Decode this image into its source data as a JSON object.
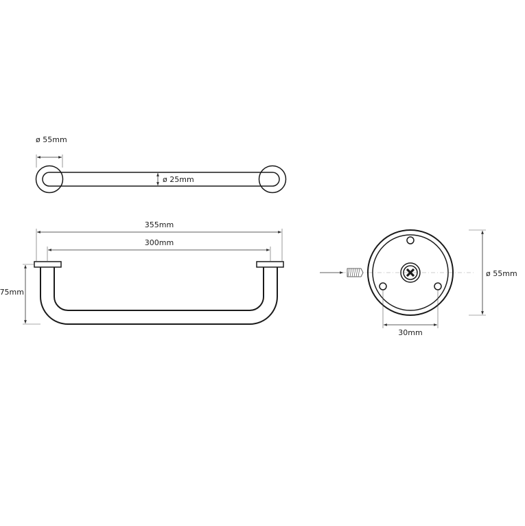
{
  "labels": {
    "flange_diameter_top": "ø 55mm",
    "tube_diameter": "ø 25mm",
    "overall_length": "355mm",
    "inner_length": "300mm",
    "projection": "75mm",
    "flange_diameter_side": "ø 55mm",
    "hole_spacing": "30mm"
  }
}
